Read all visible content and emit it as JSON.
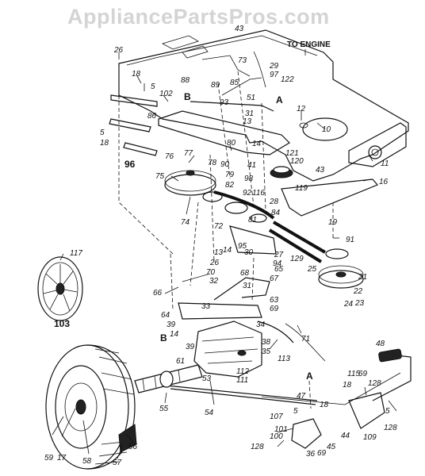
{
  "watermark": "AppliancePartsPros.com",
  "caption_engine": "TO ENGINE",
  "ref_a": "A",
  "ref_b": "B",
  "labels": [
    "43",
    "26",
    "73",
    "29",
    "97",
    "18",
    "5",
    "88",
    "89",
    "85",
    "122",
    "102",
    "B",
    "93",
    "51",
    "31",
    "12",
    "13",
    "10",
    "14",
    "86",
    "5",
    "18",
    "96",
    "80",
    "76",
    "77",
    "78",
    "90",
    "41",
    "121",
    "120",
    "43",
    "75",
    "79",
    "98",
    "82",
    "11",
    "92",
    "119",
    "16",
    "28",
    "116",
    "74",
    "72",
    "81",
    "84",
    "19",
    "95",
    "13",
    "14",
    "30",
    "129",
    "91",
    "27",
    "94",
    "117",
    "26",
    "70",
    "68",
    "65",
    "67",
    "25",
    "21",
    "66",
    "32",
    "31",
    "22",
    "24",
    "23",
    "33",
    "63",
    "69",
    "64",
    "39",
    "14",
    "34",
    "B",
    "39",
    "71",
    "38",
    "35",
    "48",
    "61",
    "53",
    "113",
    "112",
    "111",
    "115",
    "69",
    "47",
    "18",
    "128",
    "55",
    "103",
    "54",
    "107",
    "5",
    "18",
    "101",
    "100",
    "128",
    "56",
    "59",
    "17",
    "58",
    "57",
    "36",
    "69",
    "45",
    "44",
    "109",
    "128",
    "5"
  ]
}
